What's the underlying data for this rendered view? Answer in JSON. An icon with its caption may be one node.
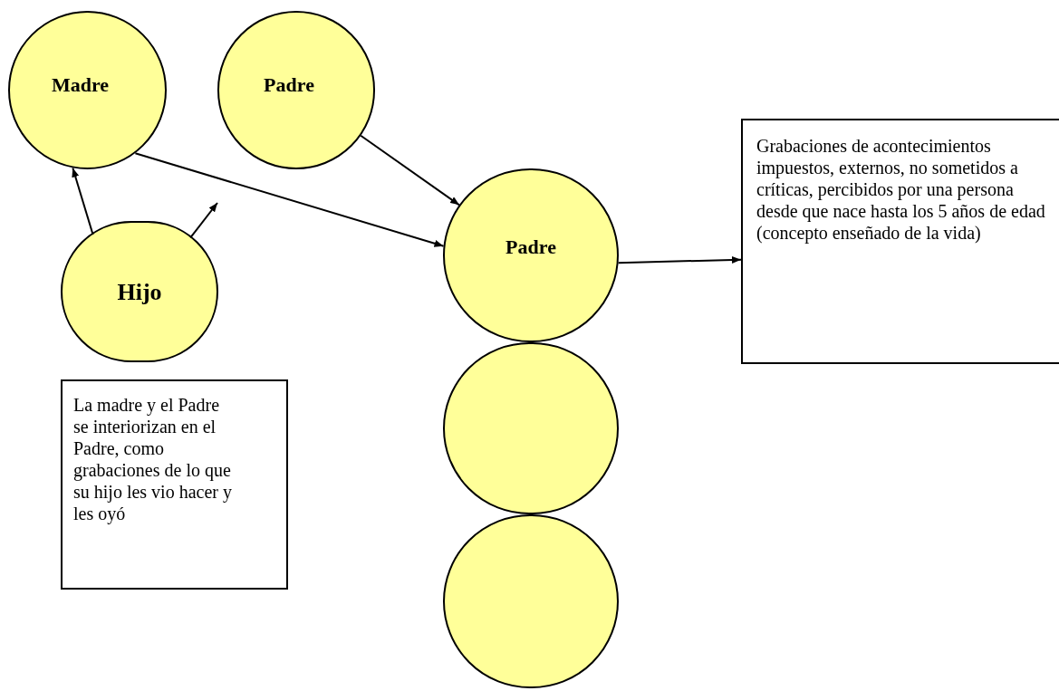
{
  "diagram": {
    "nodes": [
      {
        "text": [
          "Madre"
        ]
      },
      {
        "text": [
          "Padre"
        ]
      },
      {
        "text": [
          "Hijo"
        ]
      },
      {
        "text": [
          "Padre"
        ]
      },
      {
        "text": [],
        "shape": "circle"
      },
      {
        "text": [],
        "shape": "circle"
      },
      {
        "text": [
          "Grabaciones de acontecimientos impuestos, externos, no sometidos a críticas, percibidos por una persona desde que nace hasta los 5 años de edad (concepto enseñado de la vida)"
        ]
      },
      {
        "text": [
          "La madre y el Padre se interiorizan en el Padre, como grabaciones de lo que su hijo les vio hacer y les oyó"
        ]
      }
    ],
    "edges": [
      {
        "from": 0,
        "to": 3,
        "arrow": "to"
      },
      {
        "from": 1,
        "to": 3,
        "arrow": "to"
      },
      {
        "from": 2,
        "to": 0,
        "arrow": "to"
      },
      {
        "from": 2,
        "to": null,
        "arrow": "to"
      },
      {
        "from": 3,
        "to": 6,
        "arrow": "to"
      }
    ]
  }
}
